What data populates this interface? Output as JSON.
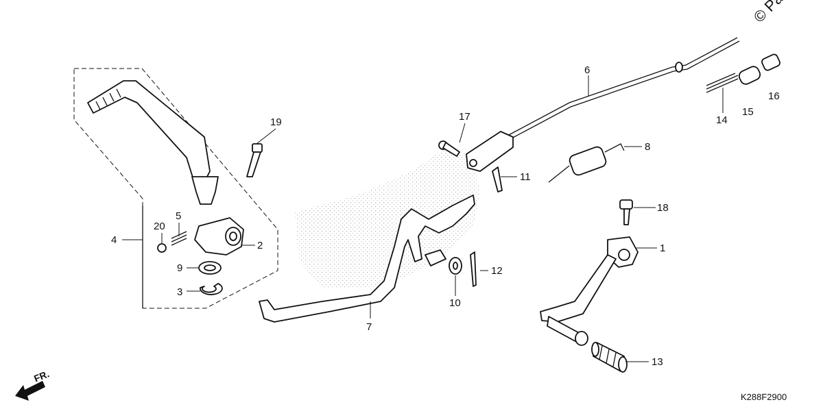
{
  "diagram_code": "K288F2900",
  "copyright": "© Par",
  "direction_label": "FR.",
  "callouts": [
    {
      "id": "c1",
      "label": "1"
    },
    {
      "id": "c2",
      "label": "2"
    },
    {
      "id": "c3",
      "label": "3"
    },
    {
      "id": "c4",
      "label": "4"
    },
    {
      "id": "c5",
      "label": "5"
    },
    {
      "id": "c6",
      "label": "6"
    },
    {
      "id": "c7",
      "label": "7"
    },
    {
      "id": "c8",
      "label": "8"
    },
    {
      "id": "c9",
      "label": "9"
    },
    {
      "id": "c10",
      "label": "10"
    },
    {
      "id": "c11",
      "label": "11"
    },
    {
      "id": "c12",
      "label": "12"
    },
    {
      "id": "c13",
      "label": "13"
    },
    {
      "id": "c14",
      "label": "14"
    },
    {
      "id": "c15",
      "label": "15"
    },
    {
      "id": "c16",
      "label": "16"
    },
    {
      "id": "c17",
      "label": "17"
    },
    {
      "id": "c18",
      "label": "18"
    },
    {
      "id": "c19",
      "label": "19"
    },
    {
      "id": "c20",
      "label": "20"
    }
  ]
}
